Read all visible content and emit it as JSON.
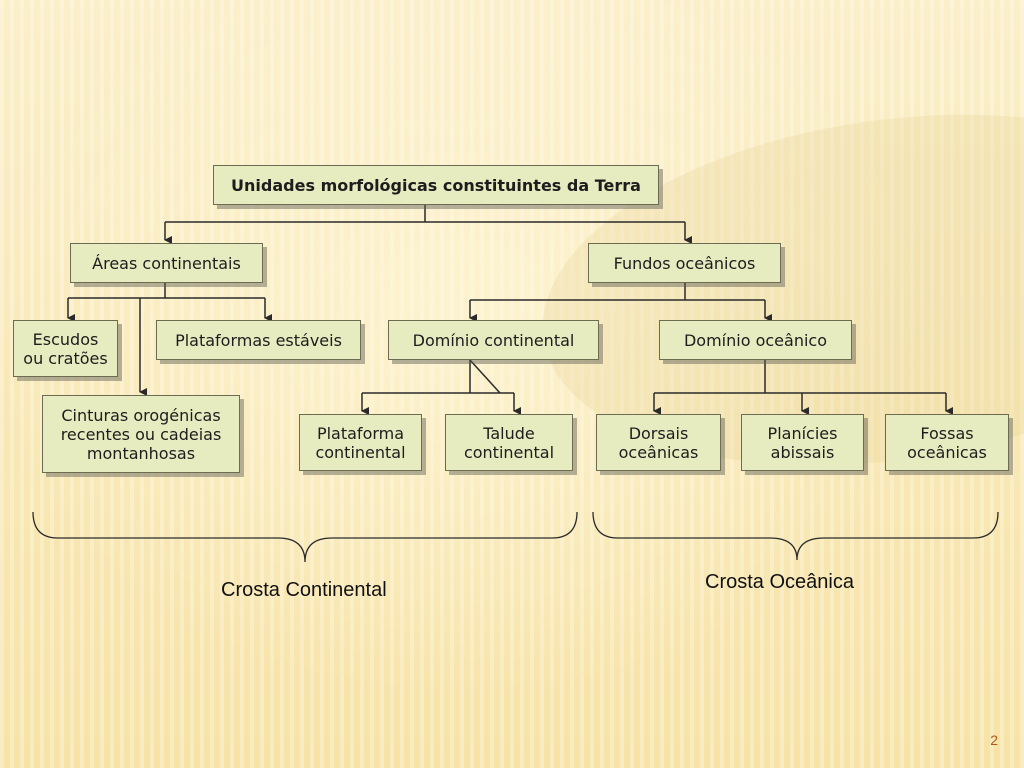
{
  "diagram": {
    "root": "Unidades morfológicas constituintes da Terra",
    "areas_continentais": "Áreas continentais",
    "fundos_oceanicos": "Fundos oceânicos",
    "escudos": "Escudos\nou cratões",
    "plataformas_estaveis": "Plataformas estáveis",
    "cinturas": "Cinturas orogénicas\nrecentes ou cadeias\nmontanhosas",
    "dominio_continental": "Domínio continental",
    "dominio_oceanico": "Domínio oceânico",
    "plataforma_continental": "Plataforma\ncontinental",
    "talude_continental": "Talude\ncontinental",
    "dorsais_oceanicas": "Dorsais\noceânicas",
    "planicies_abissais": "Planícies\nabissais",
    "fossas_oceanicas": "Fossas\noceânicas"
  },
  "labels": {
    "crosta_continental": "Crosta Continental",
    "crosta_oceanica": "Crosta Oceânica"
  },
  "page_number": "2"
}
